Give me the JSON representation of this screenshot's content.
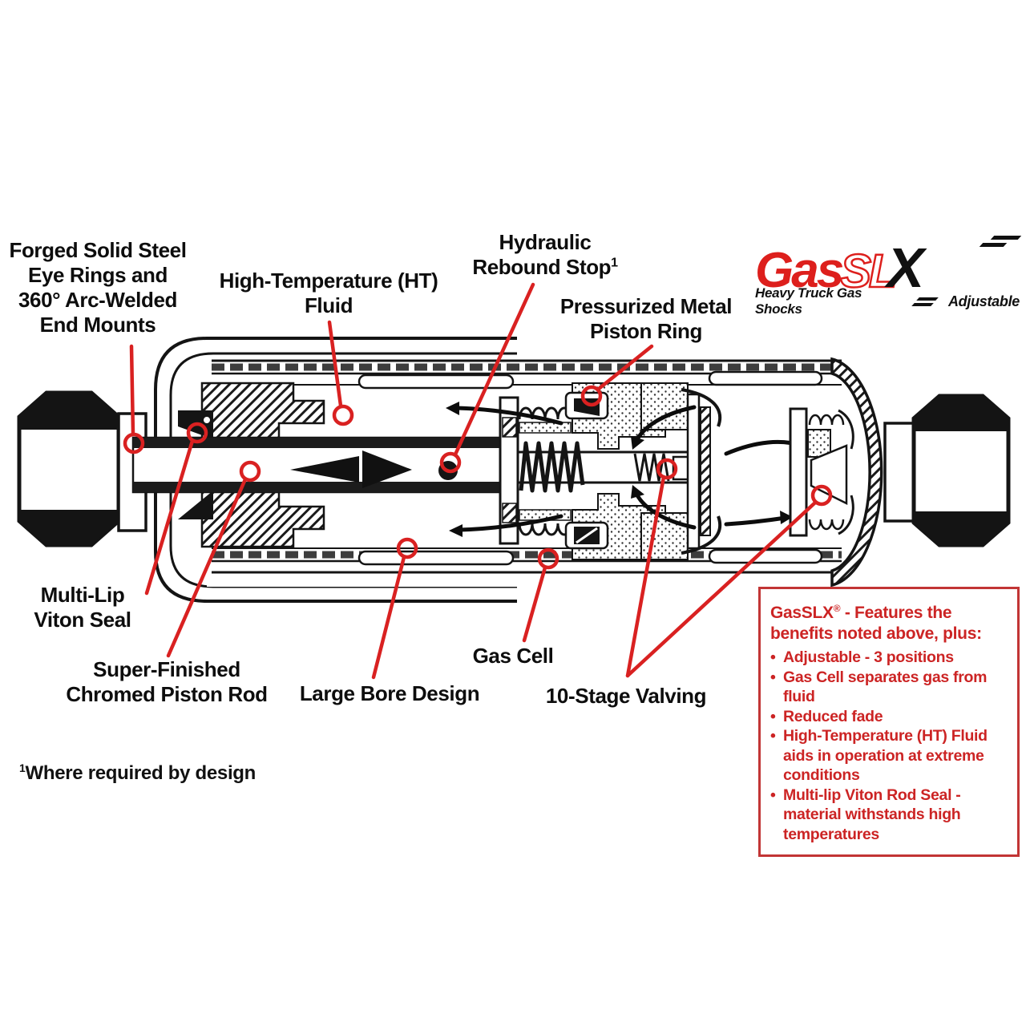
{
  "colors": {
    "callout_red": "#d92121",
    "logo_red": "#dd1f1c",
    "box_red": "#cc2424",
    "ink": "#141414"
  },
  "logo": {
    "gas": "Gas",
    "sl": "SL",
    "x": "X",
    "tagline": "Heavy Truck Gas Shocks",
    "badge": "Adjustable"
  },
  "callout_labels": {
    "forged": "Forged Solid Steel\nEye Rings and\n360° Arc-Welded\nEnd Mounts",
    "ht_fluid": "High-Temperature (HT)\nFluid",
    "rebound_stop_text": "Hydraulic\nRebound Stop",
    "rebound_stop_marker": "1",
    "piston_ring": "Pressurized Metal\nPiston Ring",
    "multi_lip": "Multi-Lip\nViton Seal",
    "super_finished": "Super-Finished\nChromed Piston Rod",
    "large_bore": "Large Bore Design",
    "gas_cell": "Gas Cell",
    "ten_stage": "10-Stage Valving"
  },
  "features_box": {
    "title_brand": "GasSLX",
    "title_reg": "®",
    "title_mid": " - Features the benefits noted above, ",
    "title_plus": "plus",
    "title_end": ":",
    "bullet_char": "•",
    "bullets": [
      "Adjustable - 3 positions",
      "Gas Cell separates gas from fluid",
      "Reduced fade",
      "High-Temperature (HT) Fluid aids in operation at extreme conditions",
      "Multi-lip Viton Rod Seal - material withstands high temperatures"
    ]
  },
  "footnote": {
    "marker": "1",
    "text": "Where required by design"
  }
}
